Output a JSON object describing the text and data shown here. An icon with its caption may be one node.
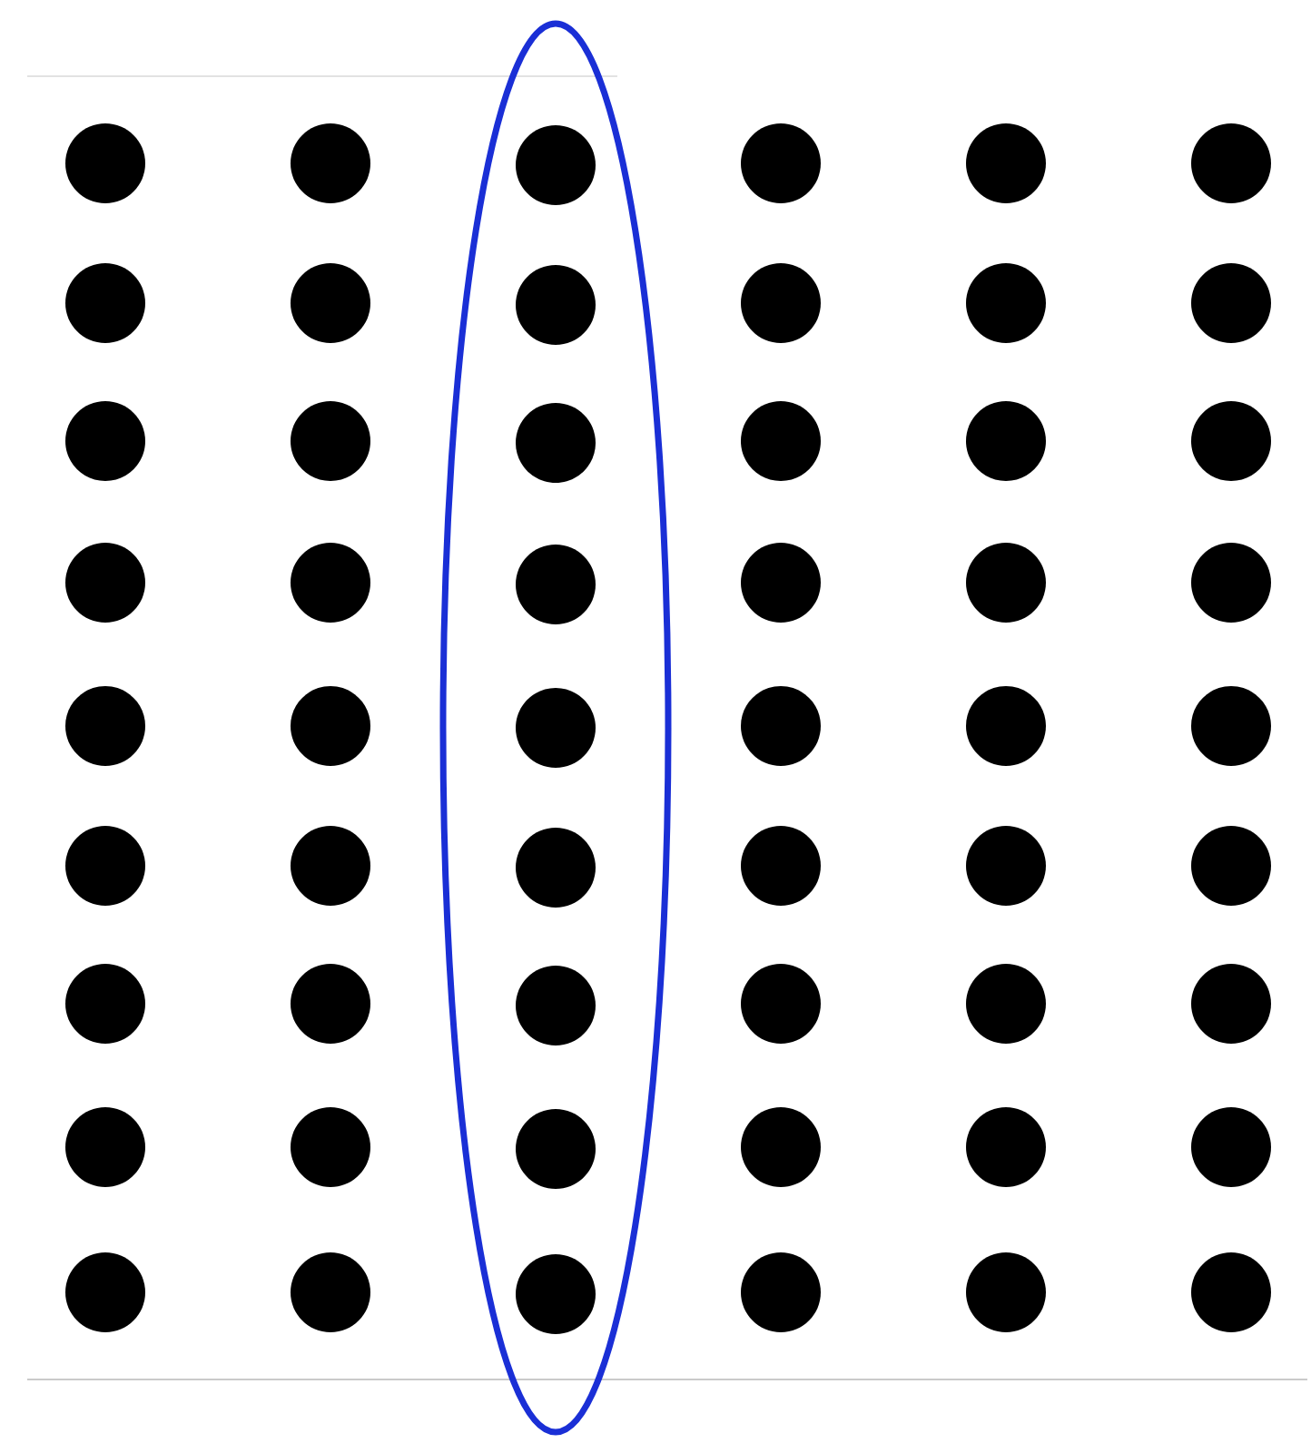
{
  "diagram": {
    "nodes": [
      {
        "text": [],
        "shape": "ellipse"
      },
      {
        "text": [],
        "shape": "circle"
      },
      {
        "text": [],
        "shape": "circle"
      },
      {
        "text": [],
        "shape": "circle",
        "in": 0
      },
      {
        "text": [],
        "shape": "circle"
      },
      {
        "text": [],
        "shape": "circle"
      },
      {
        "text": [],
        "shape": "circle"
      },
      {
        "text": [],
        "shape": "circle"
      },
      {
        "text": [],
        "shape": "circle"
      },
      {
        "text": [],
        "shape": "circle",
        "in": 0
      },
      {
        "text": [],
        "shape": "circle"
      },
      {
        "text": [],
        "shape": "circle"
      },
      {
        "text": [],
        "shape": "circle"
      },
      {
        "text": [],
        "shape": "circle"
      },
      {
        "text": [],
        "shape": "circle"
      },
      {
        "text": [],
        "shape": "circle",
        "in": 0
      },
      {
        "text": [],
        "shape": "circle"
      },
      {
        "text": [],
        "shape": "circle"
      },
      {
        "text": [],
        "shape": "circle"
      },
      {
        "text": [],
        "shape": "circle"
      },
      {
        "text": [],
        "shape": "circle"
      },
      {
        "text": [],
        "shape": "circle",
        "in": 0
      },
      {
        "text": [],
        "shape": "circle"
      },
      {
        "text": [],
        "shape": "circle"
      },
      {
        "text": [],
        "shape": "circle"
      },
      {
        "text": [],
        "shape": "circle"
      },
      {
        "text": [],
        "shape": "circle"
      },
      {
        "text": [],
        "shape": "circle",
        "in": 0
      },
      {
        "text": [],
        "shape": "circle"
      },
      {
        "text": [],
        "shape": "circle"
      },
      {
        "text": [],
        "shape": "circle"
      },
      {
        "text": [],
        "shape": "circle"
      },
      {
        "text": [],
        "shape": "circle"
      },
      {
        "text": [],
        "shape": "circle",
        "in": 0
      },
      {
        "text": [],
        "shape": "circle"
      },
      {
        "text": [],
        "shape": "circle"
      },
      {
        "text": [],
        "shape": "circle"
      },
      {
        "text": [],
        "shape": "circle"
      },
      {
        "text": [],
        "shape": "circle"
      },
      {
        "text": [],
        "shape": "circle",
        "in": 0
      },
      {
        "text": [],
        "shape": "circle"
      },
      {
        "text": [],
        "shape": "circle"
      },
      {
        "text": [],
        "shape": "circle"
      },
      {
        "text": [],
        "shape": "circle"
      },
      {
        "text": [],
        "shape": "circle"
      },
      {
        "text": [],
        "shape": "circle",
        "in": 0
      },
      {
        "text": [],
        "shape": "circle"
      },
      {
        "text": [],
        "shape": "circle"
      },
      {
        "text": [],
        "shape": "circle"
      },
      {
        "text": [],
        "shape": "circle"
      },
      {
        "text": [],
        "shape": "circle"
      },
      {
        "text": [],
        "shape": "circle",
        "in": 0
      },
      {
        "text": [],
        "shape": "circle"
      },
      {
        "text": [],
        "shape": "circle"
      },
      {
        "text": [],
        "shape": "circle"
      }
    ]
  }
}
